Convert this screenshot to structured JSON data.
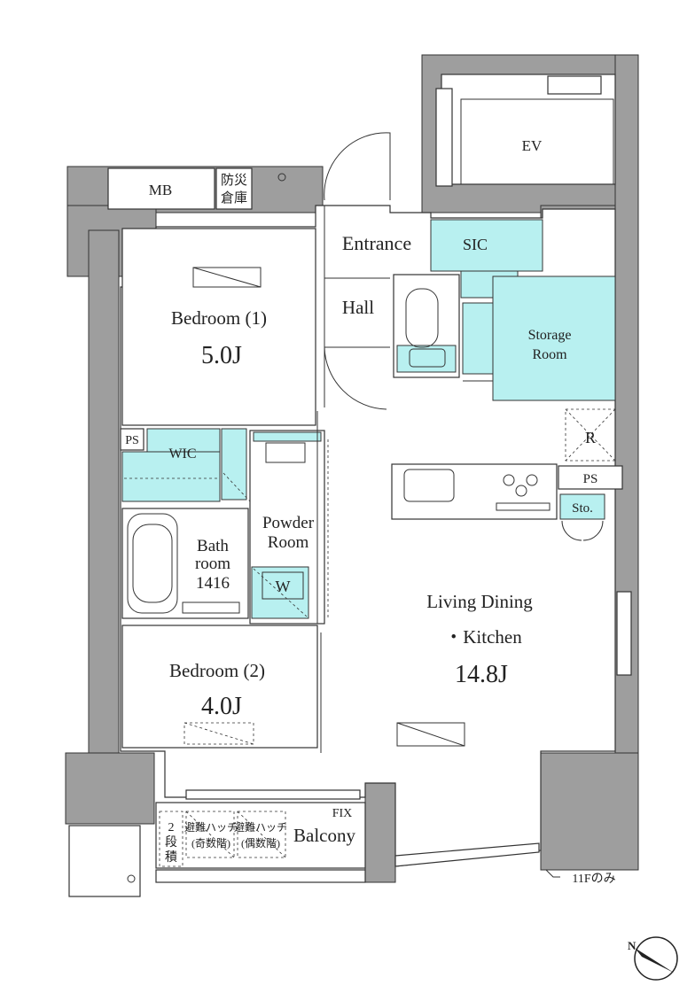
{
  "rooms": {
    "bedroom1": {
      "name": "Bedroom (1)",
      "size": "5.0J"
    },
    "bedroom2": {
      "name": "Bedroom (2)",
      "size": "4.0J"
    },
    "ldk": {
      "name_line1": "Living Dining",
      "name_line2": "・Kitchen",
      "size": "14.8J"
    },
    "entrance": "Entrance",
    "hall": "Hall",
    "sic": "SIC",
    "storage": {
      "line1": "Storage",
      "line2": "Room"
    },
    "ev": "EV",
    "mb": "MB",
    "bousai": {
      "line1": "防災",
      "line2": "倉庫"
    },
    "wic": "WIC",
    "ps_left": "PS",
    "ps_right": "PS",
    "powder": {
      "line1": "Powder",
      "line2": "Room"
    },
    "bath": {
      "line1": "Bath",
      "line2": "room",
      "line3": "1416"
    },
    "washer": "W",
    "sto": "Sto.",
    "refrigerator": "R"
  },
  "balcony": {
    "label": "Balcony",
    "fix": "FIX",
    "stack_chars": [
      "2",
      "段",
      "積"
    ],
    "hatch_odd": {
      "line1": "避難ハッチ",
      "line2": "(奇数階)"
    },
    "hatch_even": {
      "line1": "避難ハッチ",
      "line2": "(偶数階)"
    }
  },
  "note": "11Fのみ",
  "colors": {
    "wall": "#9e9e9e",
    "highlight": "#b8f0f0",
    "line": "#333333"
  },
  "compass": {
    "letter": "N"
  }
}
